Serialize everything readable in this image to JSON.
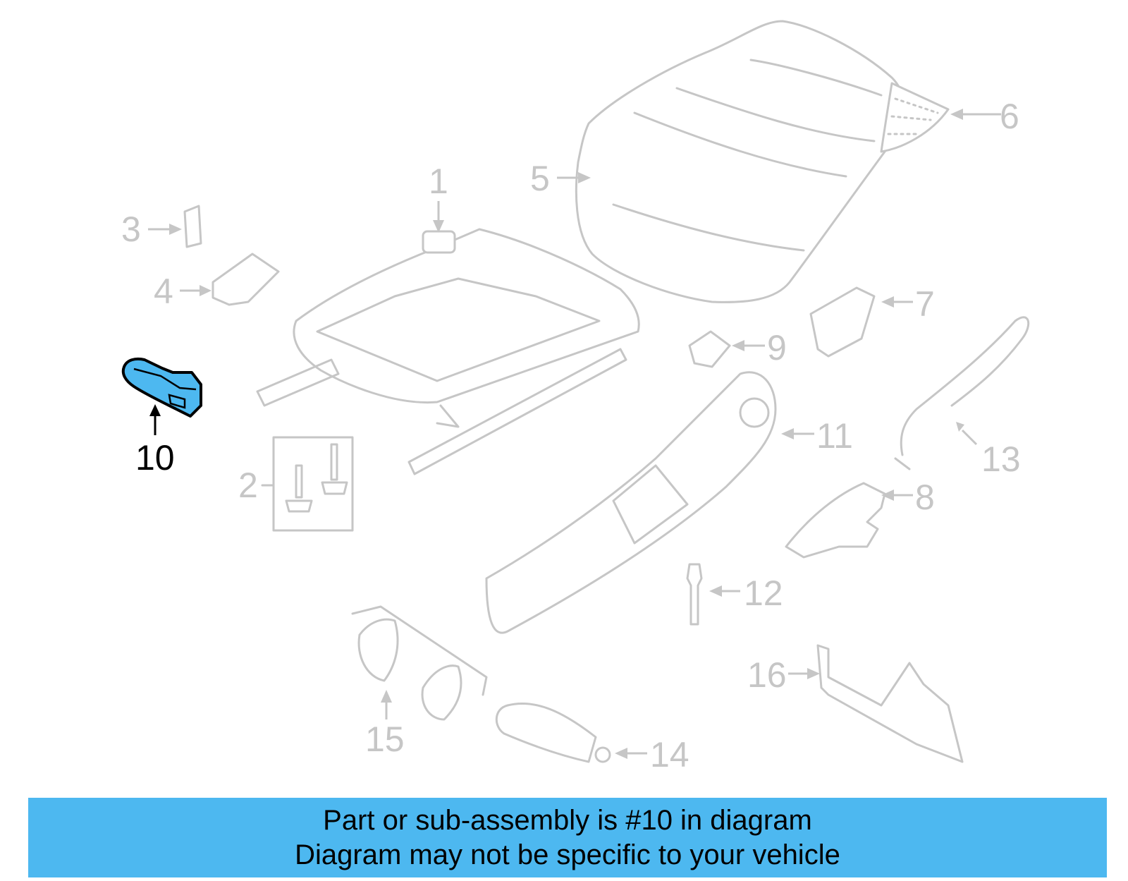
{
  "callouts": [
    {
      "id": "1",
      "label": "1"
    },
    {
      "id": "2",
      "label": "2"
    },
    {
      "id": "3",
      "label": "3"
    },
    {
      "id": "4",
      "label": "4"
    },
    {
      "id": "5",
      "label": "5"
    },
    {
      "id": "6",
      "label": "6"
    },
    {
      "id": "7",
      "label": "7"
    },
    {
      "id": "8",
      "label": "8"
    },
    {
      "id": "9",
      "label": "9"
    },
    {
      "id": "10",
      "label": "10"
    },
    {
      "id": "11",
      "label": "11"
    },
    {
      "id": "12",
      "label": "12"
    },
    {
      "id": "13",
      "label": "13"
    },
    {
      "id": "14",
      "label": "14"
    },
    {
      "id": "15",
      "label": "15"
    },
    {
      "id": "16",
      "label": "16"
    }
  ],
  "highlighted_part": "10",
  "colors": {
    "highlight": "#4db8f0",
    "banner": "#4db8f0",
    "ghost_line": "#c6c6c6",
    "text_active": "#000000"
  },
  "banner": {
    "line1": "Part or sub-assembly is #10 in diagram",
    "line2": "Diagram may not be specific to your vehicle"
  }
}
